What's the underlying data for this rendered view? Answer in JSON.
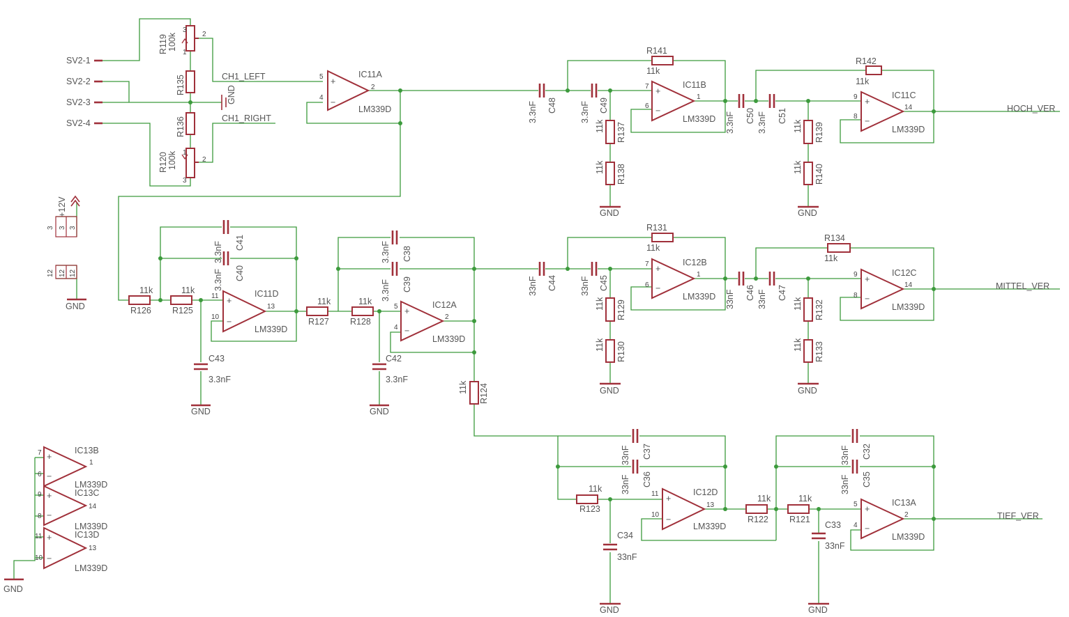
{
  "ports": [
    "SV2-1",
    "SV2-2",
    "SV2-3",
    "SV2-4"
  ],
  "nets": {
    "ch1_left": "CH1_LEFT",
    "ch1_right": "CH1_RIGHT",
    "gnd": "GND",
    "vcc": "+12V",
    "hoch": "HOCH_VER",
    "mittel": "MITTEL_VER",
    "tief": "TIEF_VER"
  },
  "opamp_type": "LM339D",
  "opamps": [
    "IC11A",
    "IC11B",
    "IC11C",
    "IC11D",
    "IC12A",
    "IC12B",
    "IC12C",
    "IC12D",
    "IC13A",
    "IC13B",
    "IC13C",
    "IC13D"
  ],
  "resistors": [
    {
      "name": "R119",
      "value": "100k"
    },
    {
      "name": "R120",
      "value": "100k"
    },
    {
      "name": "R135",
      "value": ""
    },
    {
      "name": "R136",
      "value": ""
    },
    {
      "name": "R141",
      "value": "11k"
    },
    {
      "name": "R142",
      "value": "11k"
    },
    {
      "name": "R137",
      "value": "11k"
    },
    {
      "name": "R138",
      "value": "11k"
    },
    {
      "name": "R139",
      "value": "11k"
    },
    {
      "name": "R140",
      "value": "11k"
    },
    {
      "name": "R126",
      "value": "11k"
    },
    {
      "name": "R125",
      "value": "11k"
    },
    {
      "name": "R127",
      "value": "11k"
    },
    {
      "name": "R128",
      "value": "11k"
    },
    {
      "name": "R131",
      "value": "11k"
    },
    {
      "name": "R134",
      "value": "11k"
    },
    {
      "name": "R129",
      "value": "11k"
    },
    {
      "name": "R130",
      "value": "11k"
    },
    {
      "name": "R132",
      "value": "11k"
    },
    {
      "name": "R133",
      "value": "11k"
    },
    {
      "name": "R124",
      "value": "11k"
    },
    {
      "name": "R123",
      "value": "11k"
    },
    {
      "name": "R122",
      "value": "11k"
    },
    {
      "name": "R121",
      "value": "11k"
    }
  ],
  "capacitors": [
    {
      "name": "C48",
      "value": "3.3nF"
    },
    {
      "name": "C49",
      "value": "3.3nF"
    },
    {
      "name": "C50",
      "value": "3.3nF"
    },
    {
      "name": "C51",
      "value": "3.3nF"
    },
    {
      "name": "C41",
      "value": "3.3nF"
    },
    {
      "name": "C40",
      "value": "3.3nF"
    },
    {
      "name": "C43",
      "value": "3.3nF"
    },
    {
      "name": "C38",
      "value": "3.3nF"
    },
    {
      "name": "C39",
      "value": "3.3nF"
    },
    {
      "name": "C42",
      "value": "3.3nF"
    },
    {
      "name": "C44",
      "value": "33nF"
    },
    {
      "name": "C45",
      "value": "33nF"
    },
    {
      "name": "C46",
      "value": "33nF"
    },
    {
      "name": "C47",
      "value": "33nF"
    },
    {
      "name": "C37",
      "value": "33nF"
    },
    {
      "name": "C36",
      "value": "33nF"
    },
    {
      "name": "C34",
      "value": "33nF"
    },
    {
      "name": "C32",
      "value": "33nF"
    },
    {
      "name": "C35",
      "value": "33nF"
    },
    {
      "name": "C33",
      "value": "33nF"
    }
  ],
  "pins": [
    "1",
    "2",
    "3",
    "4",
    "5",
    "6",
    "7",
    "8",
    "9",
    "10",
    "11",
    "12",
    "13",
    "14"
  ],
  "colors": {
    "wire": "#3c9a3c",
    "part": "#a0303a",
    "text": "#555555"
  }
}
